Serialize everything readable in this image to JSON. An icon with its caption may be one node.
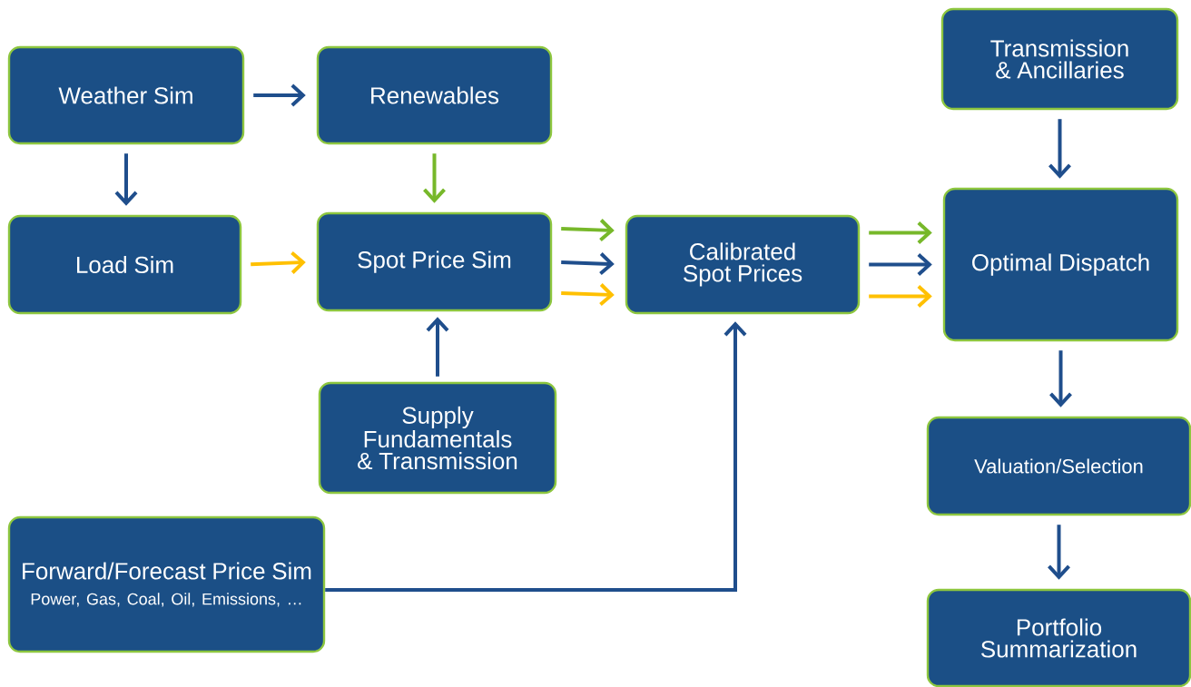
{
  "diagram": {
    "nodes": [
      {
        "text": [
          "Weather Sim"
        ]
      },
      {
        "text": [
          "Renewables"
        ]
      },
      {
        "text": [
          "Load Sim"
        ]
      },
      {
        "text": [
          "Spot Price Sim"
        ]
      },
      {
        "text": [
          "Calibrated Spot Prices"
        ]
      },
      {
        "text": [
          "Transmission & Ancillaries"
        ]
      },
      {
        "text": [
          "Optimal Dispatch"
        ]
      },
      {
        "text": [
          "Supply Fundamentals & Transmission"
        ]
      },
      {
        "text": [
          "Forward/Forecast Price Sim",
          "Power, Gas, Coal, Oil, Emissions, …"
        ]
      },
      {
        "text": [
          "Valuation/Selection"
        ]
      },
      {
        "text": [
          "Portfolio Summarization"
        ]
      }
    ],
    "edges": [
      {
        "from": 0,
        "to": 1,
        "arrow": "to"
      },
      {
        "from": 0,
        "to": 2,
        "arrow": "to"
      },
      {
        "from": 1,
        "to": 3,
        "arrow": "to",
        "color": "#77b82a"
      },
      {
        "from": 2,
        "to": 3,
        "arrow": "to",
        "color": "#ffc000"
      },
      {
        "from": 7,
        "to": 3,
        "arrow": "to"
      },
      {
        "from": 3,
        "to": 4,
        "arrow": "to",
        "color": "#77b82a"
      },
      {
        "from": 3,
        "to": 4,
        "arrow": "to"
      },
      {
        "from": 3,
        "to": 4,
        "arrow": "to",
        "color": "#ffc000"
      },
      {
        "from": 4,
        "to": 6,
        "arrow": "to",
        "color": "#77b82a"
      },
      {
        "from": 4,
        "to": 6,
        "arrow": "to"
      },
      {
        "from": 4,
        "to": 6,
        "arrow": "to",
        "color": "#ffc000"
      },
      {
        "from": 5,
        "to": 6,
        "arrow": "to"
      },
      {
        "from": 8,
        "to": 4,
        "arrow": "to"
      },
      {
        "from": 6,
        "to": 9,
        "arrow": "to"
      },
      {
        "from": 9,
        "to": 10,
        "arrow": "to"
      }
    ]
  }
}
